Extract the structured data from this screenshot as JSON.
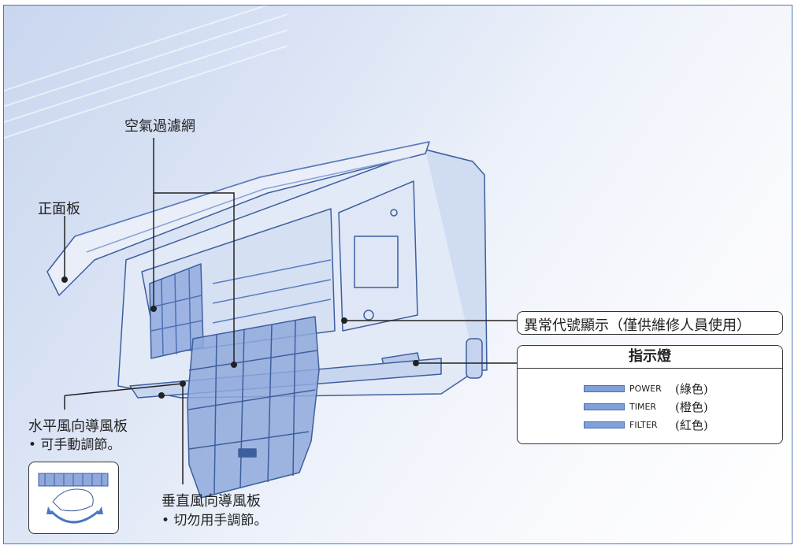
{
  "labels": {
    "air_filter": "空氣過濾網",
    "front_panel": "正面板",
    "horizontal_vane": "水平風向導風板",
    "horizontal_vane_note": "• 可手動調節。",
    "vertical_vane": "垂直風向導風板",
    "vertical_vane_note": "• 切勿用手調節。",
    "error_code": "異常代號顯示（僅供維修人員使用）"
  },
  "indicator": {
    "title": "指示燈",
    "items": [
      {
        "name": "POWER",
        "color": "(綠色)"
      },
      {
        "name": "TIMER",
        "color": "(橙色)"
      },
      {
        "name": "FILTER",
        "color": "(紅色)"
      }
    ]
  },
  "colors": {
    "frame": "#4a78c0",
    "unit_line": "#3d5f9e",
    "filter_fill": "#8fa9dc"
  }
}
